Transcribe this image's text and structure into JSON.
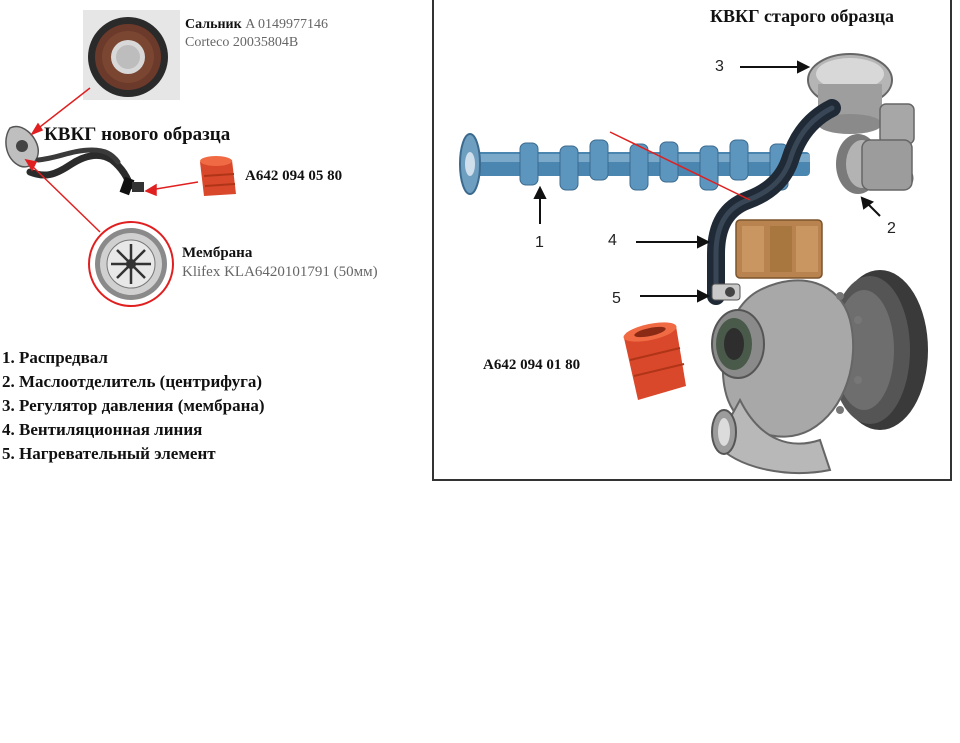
{
  "seal": {
    "title": "Сальник",
    "part1": "A 0149977146",
    "part2": "Corteco 20035804B"
  },
  "new_style": {
    "title": "КВКГ нового образца"
  },
  "part_a": "A642 094 05 80",
  "membrane": {
    "title": "Мембрана",
    "part": "Klifex KLA6420101791 (50мм)"
  },
  "legend": [
    "1. Распредвал",
    "2. Маслоотделитель (центрифуга)",
    "3. Регулятор давления (мембрана)",
    "4. Вентиляционная линия",
    "5. Нагревательный элемент"
  ],
  "old_style": {
    "title": "КВКГ старого образца"
  },
  "part_b": "A642 094 01 80",
  "callouts": [
    "1",
    "2",
    "3",
    "4",
    "5"
  ],
  "colors": {
    "accent_red": "#e02020",
    "part_orange": "#e0502a",
    "cam_blue": "#4a86b0",
    "bronze": "#b8834e",
    "turbo_gray": "#a8a8a8"
  }
}
